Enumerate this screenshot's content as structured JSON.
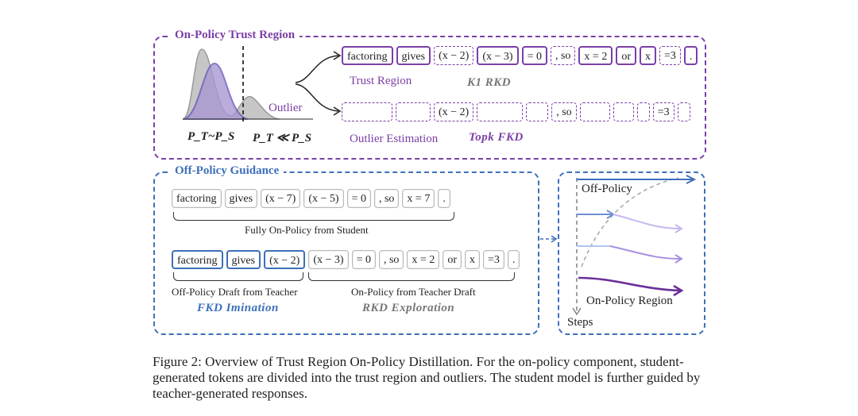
{
  "on_policy": {
    "title": "On-Policy Trust Region",
    "dist_label_left": "P_T~P_S",
    "dist_label_right": "P_T ≪ P_S",
    "outlier_label": "Outlier",
    "trust_tokens": [
      "factoring",
      "gives",
      "(x − 2)",
      "(x − 3)",
      "= 0",
      ", so",
      "x = 2",
      "or",
      "x",
      "=3",
      "."
    ],
    "trust_region_label": "Trust Region",
    "trust_method": "K1 RKD",
    "outlier_tokens": [
      "",
      "",
      "(x − 2)",
      "",
      "",
      ", so",
      "",
      "",
      "",
      "=3",
      ""
    ],
    "outlier_label_bottom": "Outlier Estimation",
    "outlier_method": "Topk FKD"
  },
  "off_policy": {
    "title": "Off-Policy Guidance",
    "student_tokens": [
      "factoring",
      "gives",
      "(x − 7)",
      "(x − 5)",
      "= 0",
      ", so",
      "x = 7",
      "."
    ],
    "student_label": "Fully On-Policy from Student",
    "mixed_tokens": [
      "factoring",
      "gives",
      "(x − 2)",
      "(x − 3)",
      "= 0",
      ", so",
      "x = 2",
      "or",
      "x",
      "=3",
      "."
    ],
    "teacher_draft_label": "Off-Policy Draft from Teacher",
    "teacher_method": "FKD Imination",
    "on_policy_draft_label": "On-Policy from Teacher Draft",
    "on_policy_method": "RKD Exploration"
  },
  "right_panel": {
    "off_policy_label": "Off-Policy",
    "on_policy_region_label": "On-Policy Region",
    "steps_label": "Steps"
  },
  "caption": "Figure 2: Overview of Trust Region On-Policy Distillation. For the on-policy component, student-generated tokens are divided into the trust region and outliers. The student model is further guided by teacher-generated responses.",
  "colors": {
    "purple": "#7b3fa6",
    "blue": "#3d6fba",
    "grey": "#999999"
  }
}
